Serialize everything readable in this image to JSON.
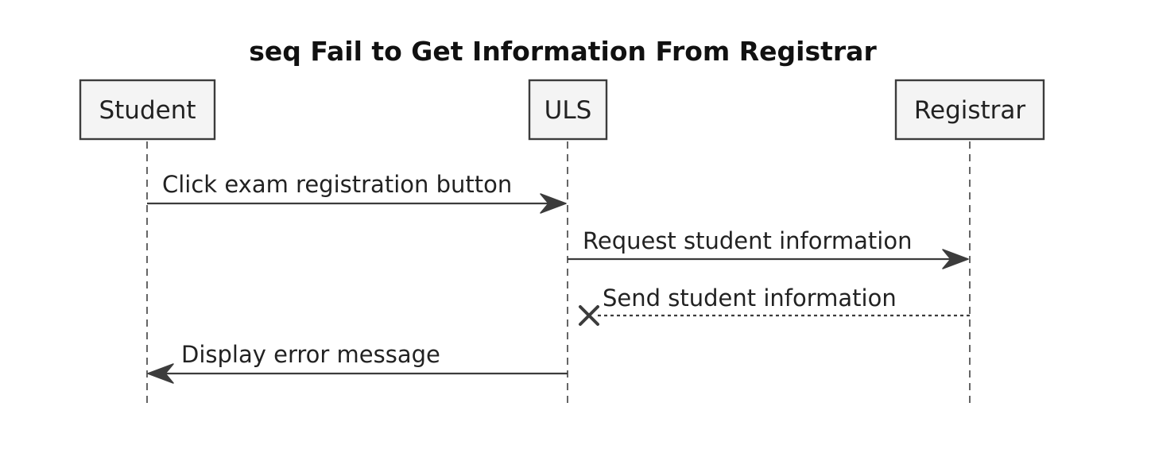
{
  "diagram": {
    "title": "seq Fail to Get Information From Registrar",
    "participants": [
      {
        "id": "student",
        "label": "Student"
      },
      {
        "id": "uls",
        "label": "ULS"
      },
      {
        "id": "registrar",
        "label": "Registrar"
      }
    ],
    "messages": [
      {
        "label": "Click exam registration button",
        "from": "student",
        "to": "uls",
        "style": "solid",
        "end": "arrow"
      },
      {
        "label": "Request student information",
        "from": "uls",
        "to": "registrar",
        "style": "solid",
        "end": "arrow"
      },
      {
        "label": "Send student information",
        "from": "registrar",
        "to": "uls",
        "style": "dashed",
        "end": "lost-x"
      },
      {
        "label": "Display error message",
        "from": "uls",
        "to": "student",
        "style": "solid",
        "end": "arrow"
      }
    ]
  }
}
